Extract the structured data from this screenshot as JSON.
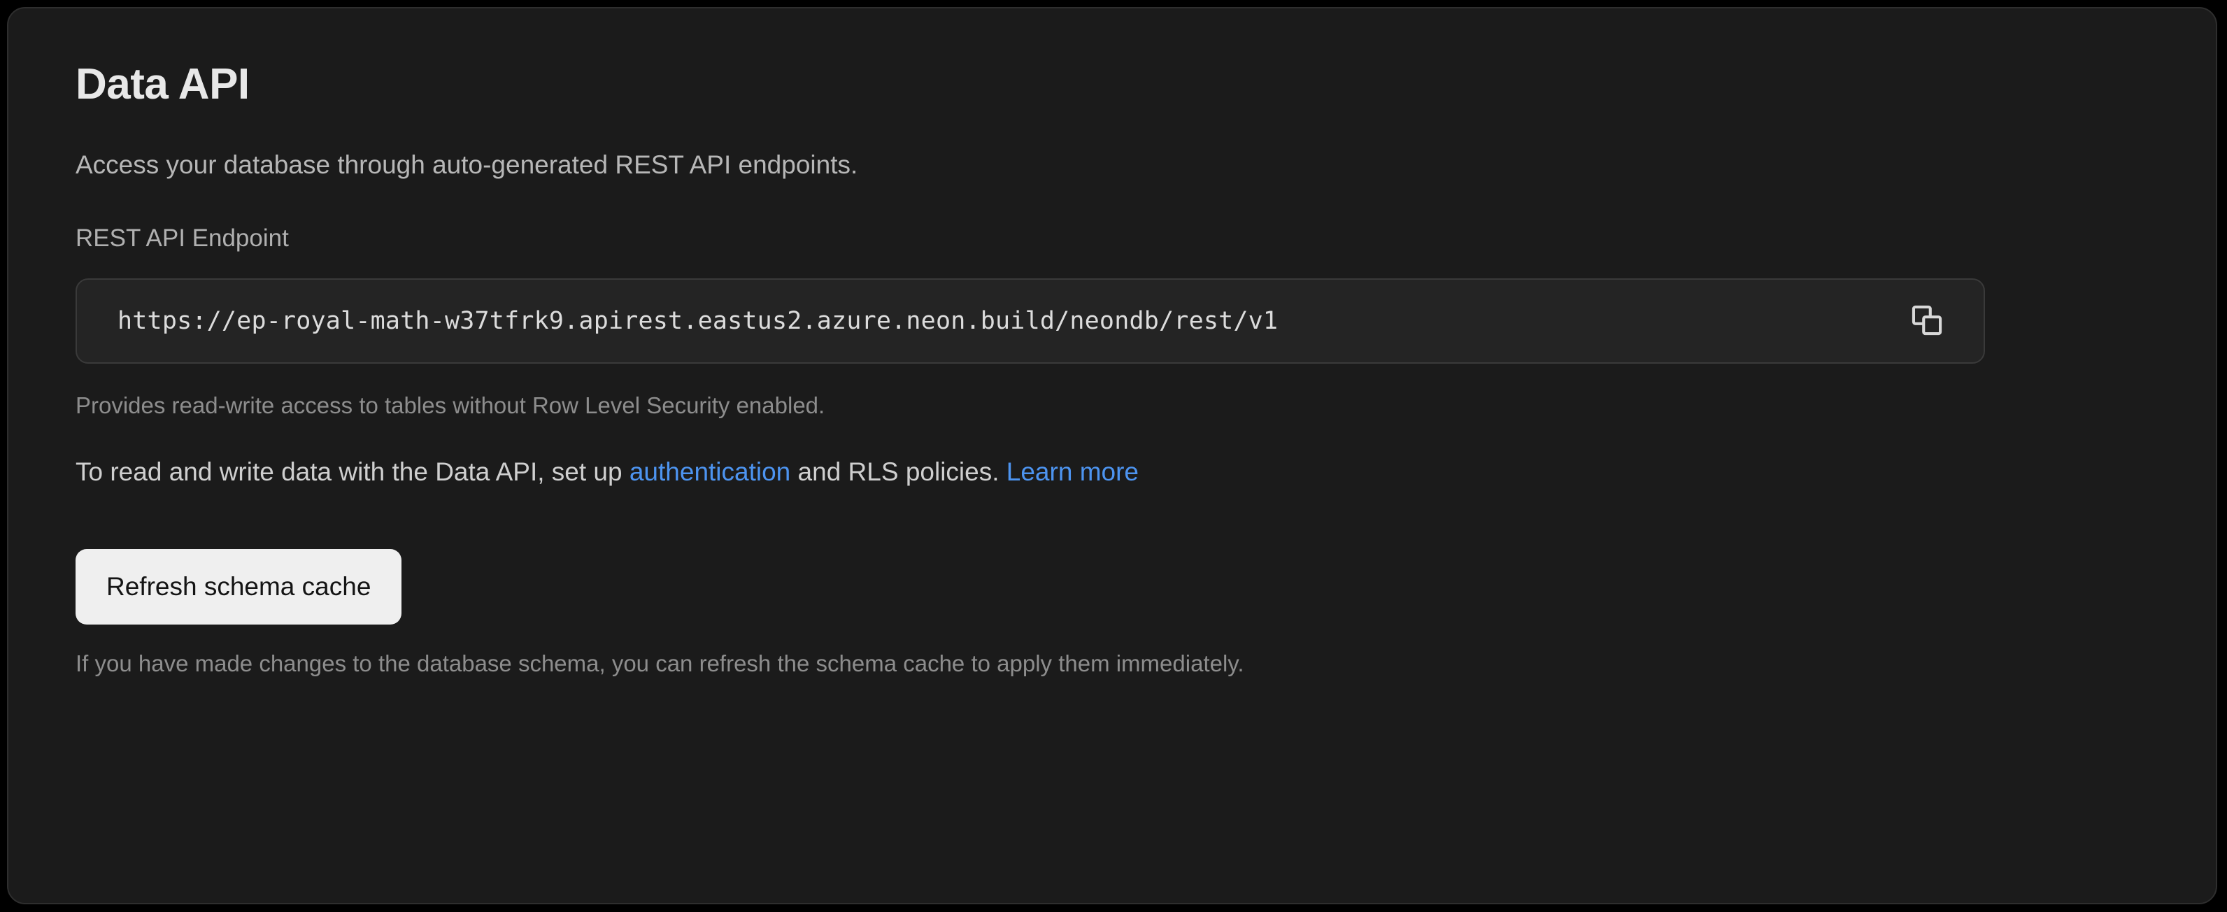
{
  "card": {
    "title": "Data API",
    "subtitle": "Access your database through auto-generated REST API endpoints.",
    "endpoint_field": {
      "label": "REST API Endpoint",
      "value": "https://ep-royal-math-w37tfrk9.apirest.eastus2.azure.neon.build/neondb/rest/v1",
      "copy_icon": "copy-icon",
      "helper_text": "Provides read-write access to tables without Row Level Security enabled."
    },
    "info_paragraph": {
      "prefix": "To read and write data with the Data API, set up ",
      "link_authentication": "authentication",
      "middle": " and RLS policies. ",
      "link_learn_more": "Learn more"
    },
    "refresh_button": {
      "label": "Refresh schema cache"
    },
    "footer_text": "If you have made changes to the database schema, you can refresh the schema cache to apply them immediately."
  },
  "colors": {
    "page_background": "#000000",
    "card_background": "#1b1b1b",
    "card_border": "#2e2e2e",
    "input_background": "#242424",
    "input_border": "#3a3a3a",
    "title_text": "#e8e8e8",
    "body_text": "#cfcfcf",
    "muted_text": "#8d8d8d",
    "link_accent": "#4d94f0",
    "button_background": "#efefef",
    "button_text": "#141414"
  }
}
